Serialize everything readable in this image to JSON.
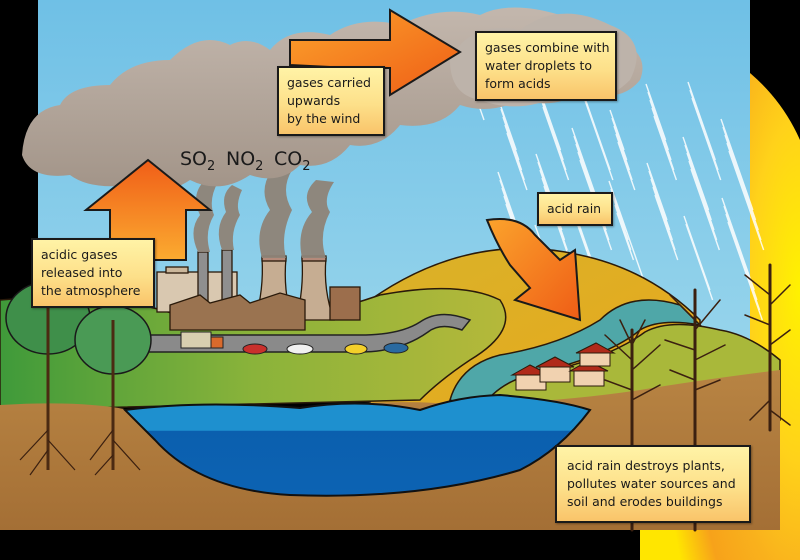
{
  "diagram": {
    "topic": "acid rain",
    "gases": [
      {
        "formula": "SO",
        "subscript": "2"
      },
      {
        "formula": "NO",
        "subscript": "2"
      },
      {
        "formula": "CO",
        "subscript": "2"
      }
    ],
    "labels": {
      "released": [
        "acidic gases",
        "released into",
        "the atmosphere"
      ],
      "carried": [
        "gases carried",
        "upwards",
        "by the wind"
      ],
      "combine": [
        "gases combine with",
        "water droplets to",
        "form acids"
      ],
      "acid_rain": [
        "acid rain"
      ],
      "effects": [
        "acid rain destroys plants,",
        "pollutes water sources and",
        "soil and erodes buildings"
      ]
    },
    "colors": {
      "sky": "#7cc8e6",
      "cloud": "#b0a398",
      "arrow": "#f47a20",
      "label_bg": "#fde08a",
      "grass": "#76a93a",
      "soil": "#b07a3e",
      "water": "#0f6db5",
      "river": "#4fa7a8",
      "sun": "#ffd21a"
    }
  }
}
